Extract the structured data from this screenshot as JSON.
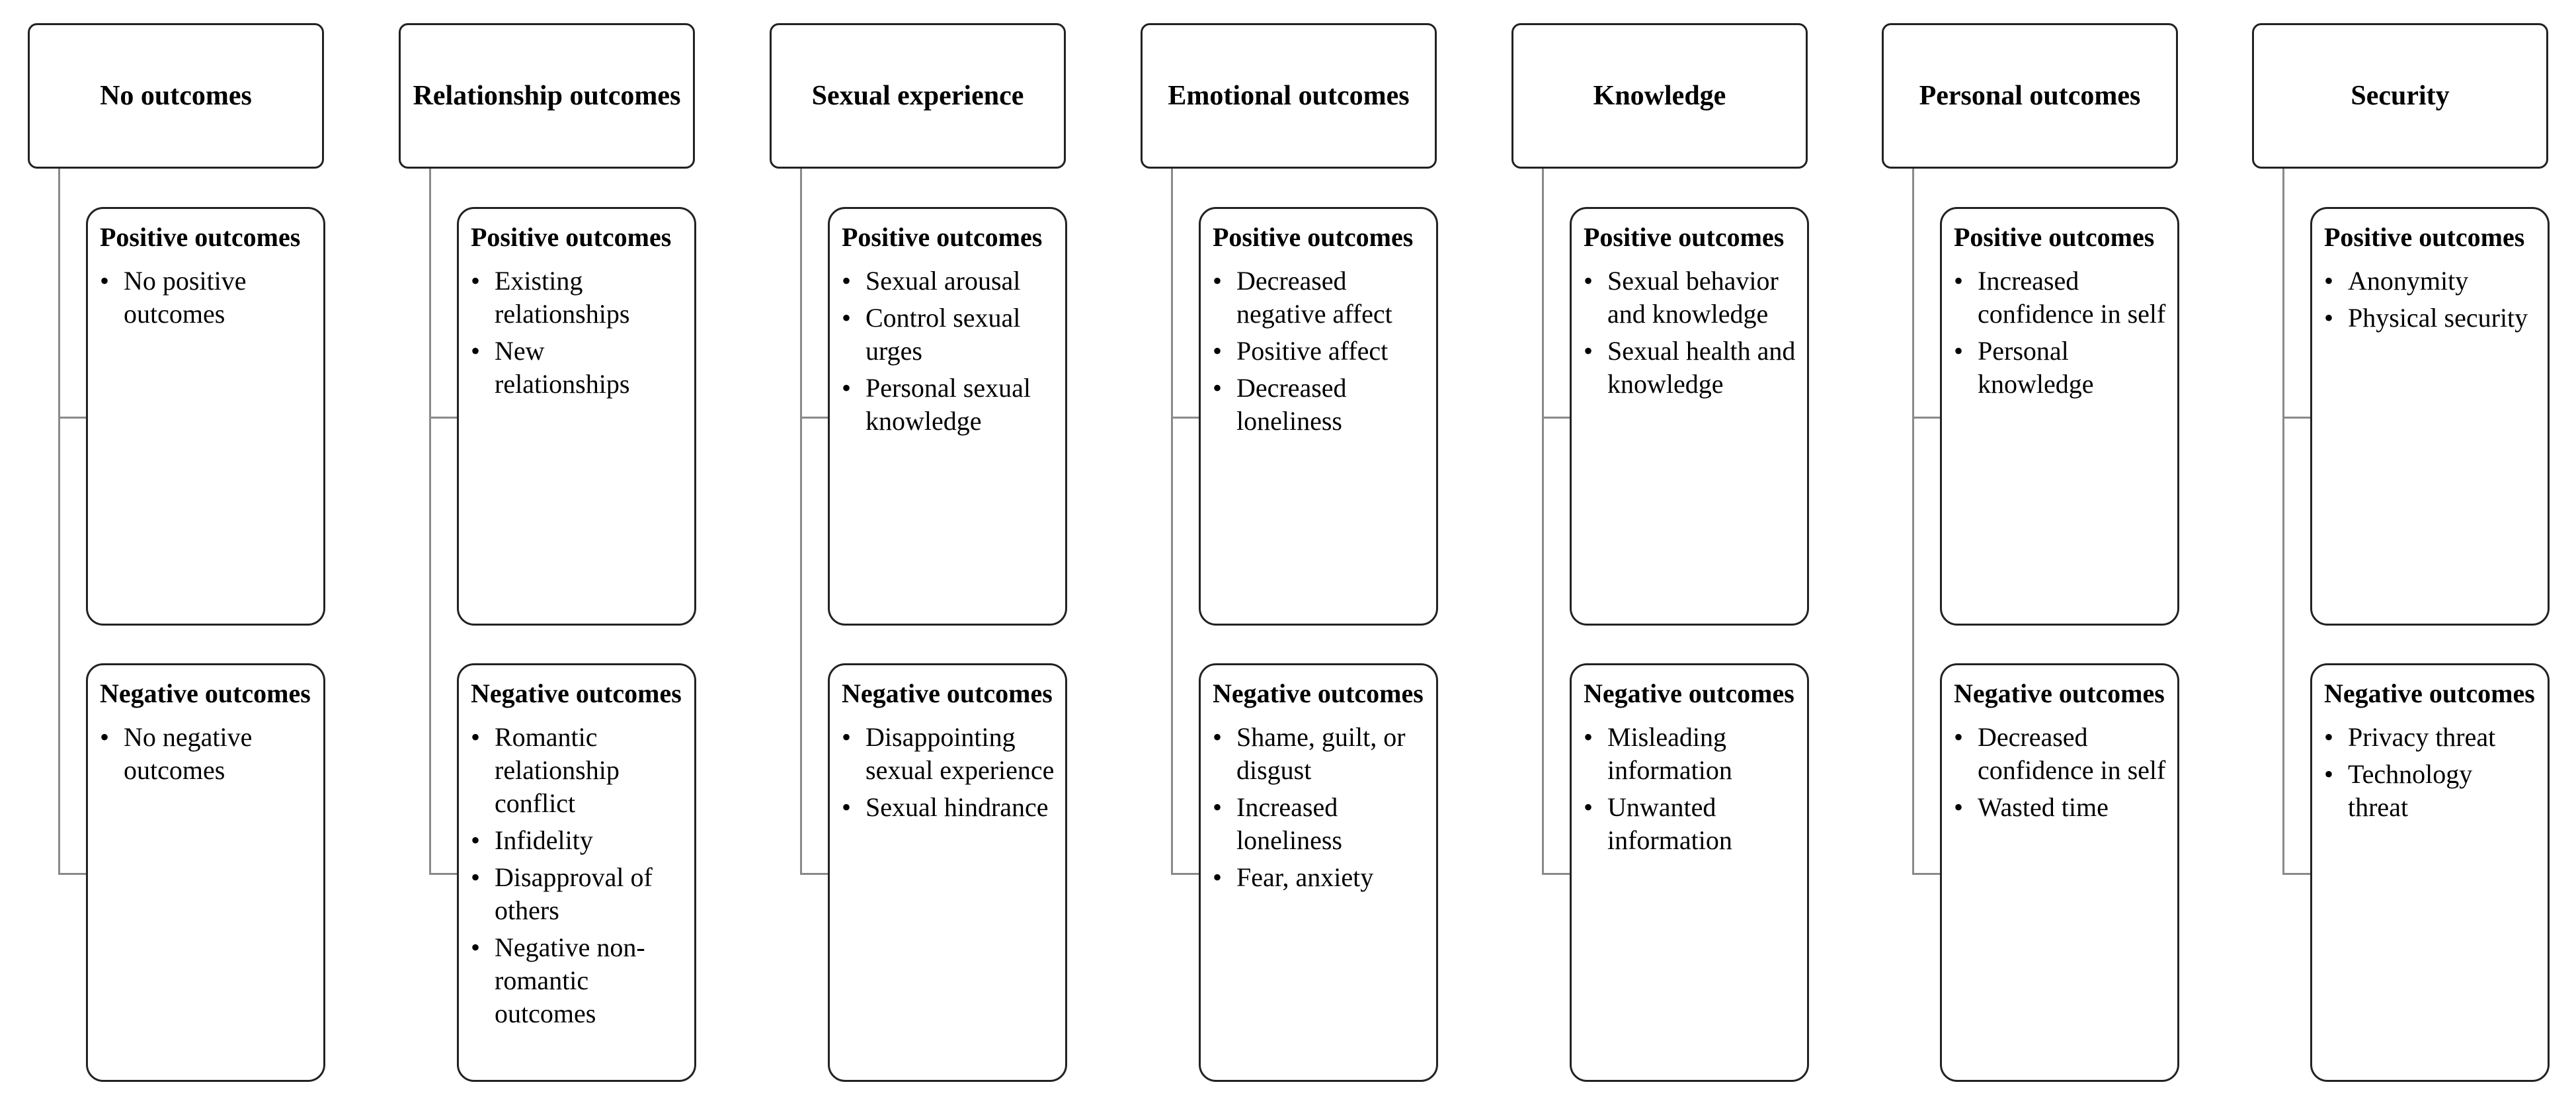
{
  "columns": [
    {
      "title": "No outcomes",
      "positive": {
        "label": "Positive outcomes",
        "items": [
          "No positive outcomes"
        ]
      },
      "negative": {
        "label": "Negative outcomes",
        "items": [
          "No negative outcomes"
        ]
      }
    },
    {
      "title": "Relationship outcomes",
      "positive": {
        "label": "Positive outcomes",
        "items": [
          "Existing relationships",
          "New relationships"
        ]
      },
      "negative": {
        "label": "Negative outcomes",
        "items": [
          "Romantic relationship conflict",
          "Infidelity",
          "Disapproval of others",
          "Negative non-romantic outcomes"
        ]
      }
    },
    {
      "title": "Sexual experience",
      "positive": {
        "label": "Positive outcomes",
        "items": [
          "Sexual arousal",
          "Control sexual urges",
          "Personal sexual knowledge"
        ]
      },
      "negative": {
        "label": "Negative outcomes",
        "items": [
          "Disappointing sexual experience",
          "Sexual hindrance"
        ]
      }
    },
    {
      "title": "Emotional outcomes",
      "positive": {
        "label": "Positive outcomes",
        "items": [
          "Decreased negative affect",
          "Positive affect",
          "Decreased loneliness"
        ]
      },
      "negative": {
        "label": "Negative outcomes",
        "items": [
          "Shame, guilt, or disgust",
          "Increased loneliness",
          "Fear, anxiety"
        ]
      }
    },
    {
      "title": "Knowledge",
      "positive": {
        "label": "Positive outcomes",
        "items": [
          "Sexual behavior and knowledge",
          "Sexual health and knowledge"
        ]
      },
      "negative": {
        "label": "Negative outcomes",
        "items": [
          "Misleading information",
          "Unwanted information"
        ]
      }
    },
    {
      "title": "Personal outcomes",
      "positive": {
        "label": "Positive outcomes",
        "items": [
          "Increased confidence in self",
          "Personal knowledge"
        ]
      },
      "negative": {
        "label": "Negative outcomes",
        "items": [
          "Decreased confidence in self",
          "Wasted time"
        ]
      }
    },
    {
      "title": "Security",
      "positive": {
        "label": "Positive outcomes",
        "items": [
          "Anonymity",
          "Physical security"
        ]
      },
      "negative": {
        "label": "Negative outcomes",
        "items": [
          "Privacy threat",
          "Technology threat"
        ]
      }
    }
  ]
}
